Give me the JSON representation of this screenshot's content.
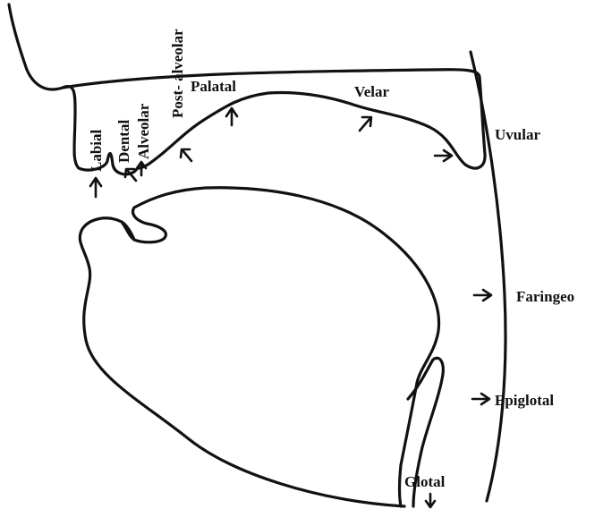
{
  "diagram": {
    "labels": {
      "labial": "Labial",
      "dental": "Dental",
      "alveolar": "Alveolar",
      "post_alveolar": "Post- alveolar",
      "palatal": "Palatal",
      "velar": "Velar",
      "uvular": "Uvular",
      "faringeo": "Faringeo",
      "epiglotal": "Epiglotal",
      "glotal": "Glotal"
    },
    "colors": {
      "ink": "#111111",
      "background": "#ffffff"
    }
  }
}
